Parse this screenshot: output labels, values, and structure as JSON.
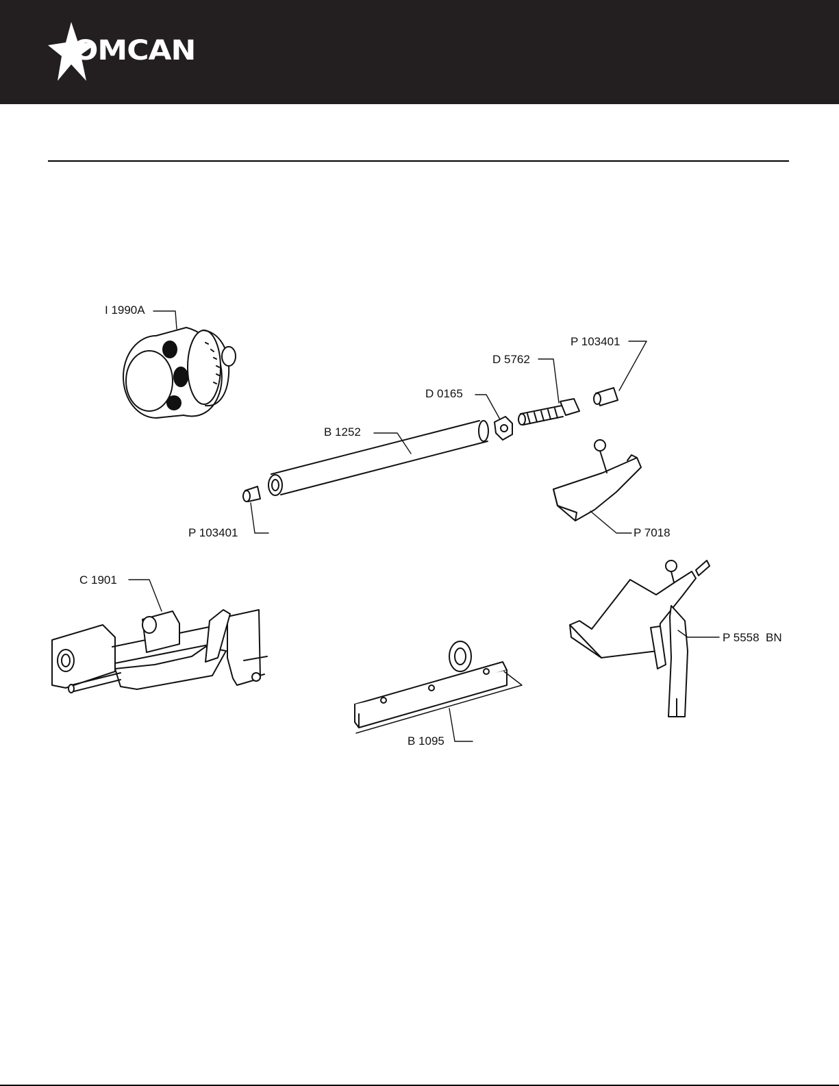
{
  "brand": {
    "logo_text": "OMCAN",
    "header_color": "#231f20"
  },
  "parts": [
    {
      "code": "I 1990A"
    },
    {
      "code": "P 103401"
    },
    {
      "code": "D 5762"
    },
    {
      "code": "D 0165"
    },
    {
      "code": "B 1252"
    },
    {
      "code": "P 103401"
    },
    {
      "code": "P 7018"
    },
    {
      "code": "C 1901"
    },
    {
      "code": "P 5558  BN"
    },
    {
      "code": "B 1095"
    }
  ]
}
